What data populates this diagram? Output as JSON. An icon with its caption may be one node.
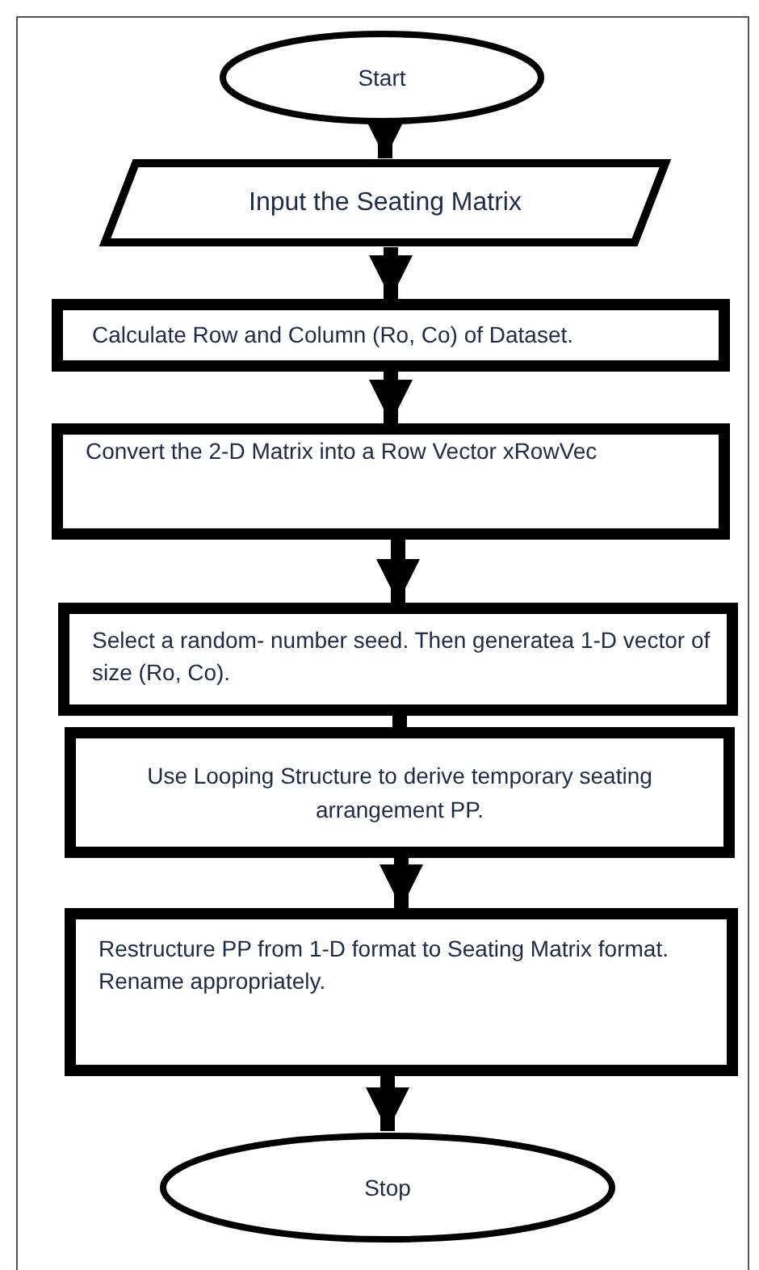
{
  "diagram": {
    "nodes": [
      {
        "text": [
          "Start"
        ]
      },
      {
        "text": [
          "Input the Seating Matrix"
        ]
      },
      {
        "text": [
          "Calculate Row and Column (Ro, Co) of Dataset."
        ]
      },
      {
        "text": [
          "Convert the 2-D Matrix into a Row Vector xRowVec"
        ]
      },
      {
        "text": [
          "Select a random- number seed. Then generatea 1-D vector of size (Ro, Co)."
        ]
      },
      {
        "text": [
          "Use Looping Structure to derive temporary seating arrangement PP."
        ]
      },
      {
        "text": [
          "Restructure PP from 1-D format to Seating Matrix format. Rename appropriately."
        ]
      },
      {
        "text": [
          "Stop"
        ]
      }
    ],
    "edges": [
      {
        "from": 0,
        "to": 1,
        "arrow": "to"
      },
      {
        "from": 1,
        "to": 2,
        "arrow": "to"
      },
      {
        "from": 2,
        "to": 3,
        "arrow": "to"
      },
      {
        "from": 3,
        "to": 4,
        "arrow": "to"
      },
      {
        "from": 4,
        "to": 5,
        "arrow": "to"
      },
      {
        "from": 5,
        "to": 6,
        "arrow": "to"
      },
      {
        "from": 6,
        "to": 7,
        "arrow": "to"
      }
    ]
  }
}
